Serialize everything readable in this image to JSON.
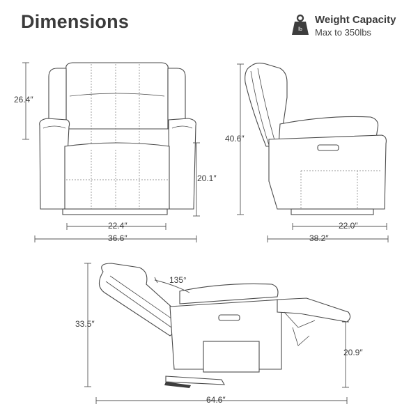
{
  "header": {
    "title": "Dimensions"
  },
  "weight_capacity": {
    "icon": "weight-icon",
    "title": "Weight Capacity",
    "subtitle": "Max to 350lbs"
  },
  "front_view": {
    "back_height": "26.4″",
    "seat_height": "20.1″",
    "seat_width": "22.4″",
    "overall_width": "36.6″"
  },
  "side_view": {
    "overall_height": "40.6″",
    "seat_depth": "22.0″",
    "overall_depth": "38.2″"
  },
  "reclined_view": {
    "recline_angle": "135°",
    "reclined_height": "33.5″",
    "footrest_height": "20.9″",
    "reclined_length": "64.6″"
  }
}
